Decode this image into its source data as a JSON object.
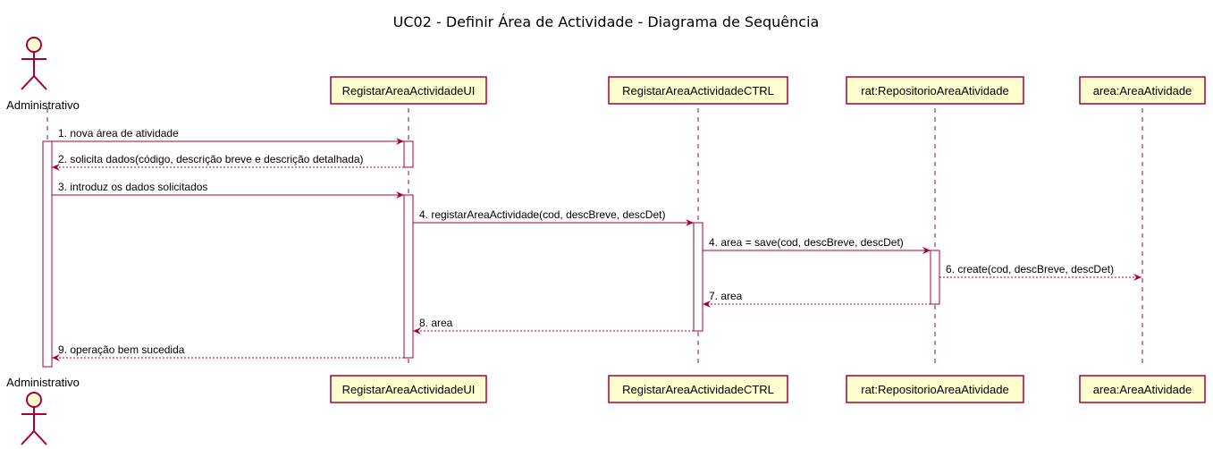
{
  "title": "UC02 - Definir Área de Actividade - Diagrama de Sequência",
  "colors": {
    "participant_fill": "#FEFECE",
    "border": "#A80036",
    "activation_fill": "#FFFFFF"
  },
  "participants": [
    {
      "id": "admin",
      "label": "Administrativo",
      "kind": "actor"
    },
    {
      "id": "ui",
      "label": "RegistarAreaActividadeUI",
      "kind": "participant"
    },
    {
      "id": "ctrl",
      "label": "RegistarAreaActividadeCTRL",
      "kind": "participant"
    },
    {
      "id": "repo",
      "label": "rat:RepositorioAreaAtividade",
      "kind": "participant"
    },
    {
      "id": "area",
      "label": "area:AreaAtividade",
      "kind": "participant"
    }
  ],
  "messages": [
    {
      "from": "admin",
      "to": "ui",
      "label": "1. nova área de atividade",
      "style": "solid"
    },
    {
      "from": "ui",
      "to": "admin",
      "label": "2. solicita dados(código, descrição breve e descrição detalhada)",
      "style": "dashed"
    },
    {
      "from": "admin",
      "to": "ui",
      "label": "3. introduz os dados solicitados",
      "style": "solid"
    },
    {
      "from": "ui",
      "to": "ctrl",
      "label": "4. registarAreaActividade(cod, descBreve, descDet)",
      "style": "solid"
    },
    {
      "from": "ctrl",
      "to": "repo",
      "label": "4. area = save(cod, descBreve, descDet)",
      "style": "solid"
    },
    {
      "from": "repo",
      "to": "area",
      "label": "6. create(cod, descBreve, descDet)",
      "style": "dashed"
    },
    {
      "from": "repo",
      "to": "ctrl",
      "label": "7. area",
      "style": "dashed"
    },
    {
      "from": "ctrl",
      "to": "ui",
      "label": "8. area",
      "style": "dashed"
    },
    {
      "from": "ui",
      "to": "admin",
      "label": "9. operação bem sucedida",
      "style": "dashed"
    }
  ]
}
